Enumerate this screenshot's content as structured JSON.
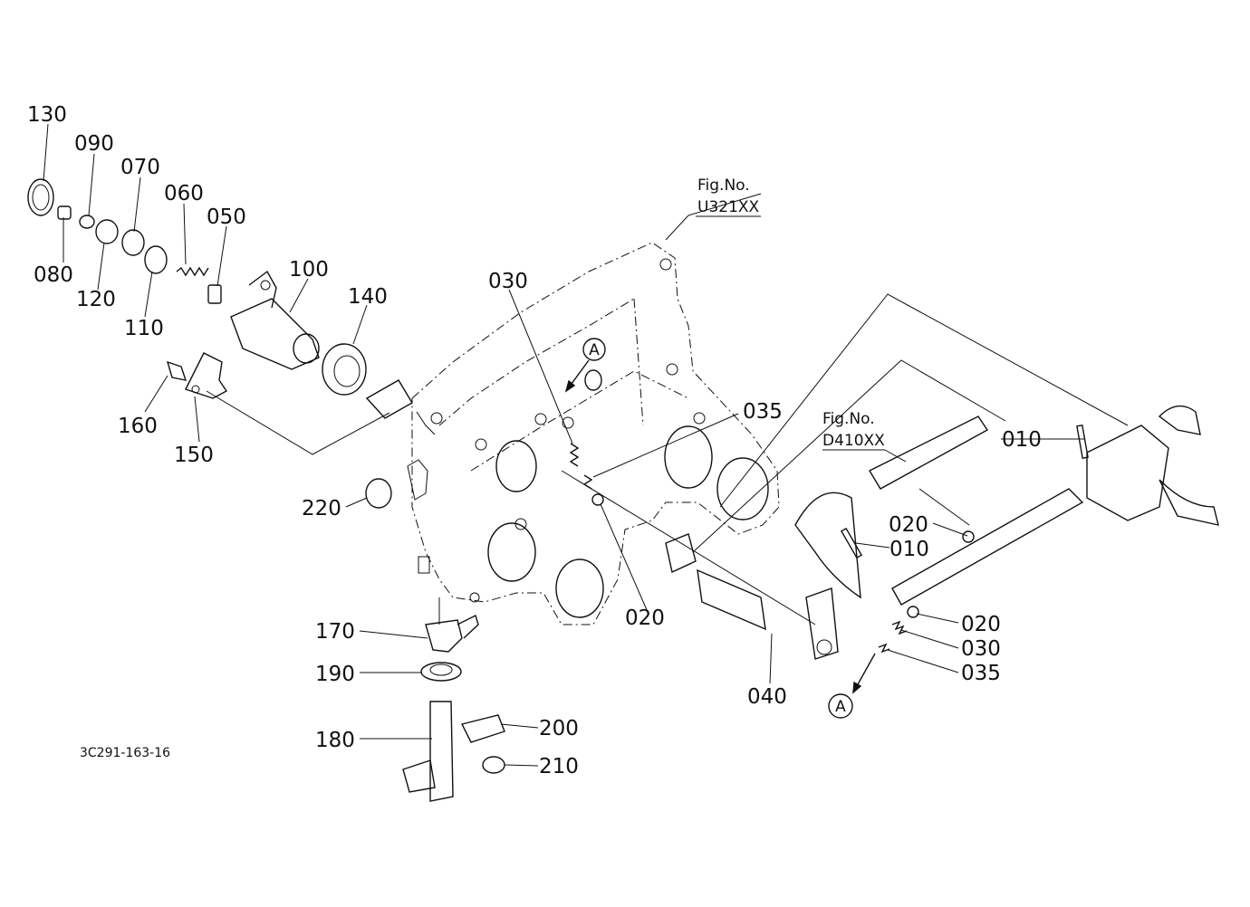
{
  "callouts": [
    {
      "id": "c130",
      "text": "130"
    },
    {
      "id": "c090",
      "text": "090"
    },
    {
      "id": "c070",
      "text": "070"
    },
    {
      "id": "c060",
      "text": "060"
    },
    {
      "id": "c050",
      "text": "050"
    },
    {
      "id": "c080",
      "text": "080"
    },
    {
      "id": "c120",
      "text": "120"
    },
    {
      "id": "c110",
      "text": "110"
    },
    {
      "id": "c100",
      "text": "100"
    },
    {
      "id": "c140",
      "text": "140"
    },
    {
      "id": "c160",
      "text": "160"
    },
    {
      "id": "c150",
      "text": "150"
    },
    {
      "id": "c030a",
      "text": "030"
    },
    {
      "id": "c035a",
      "text": "035"
    },
    {
      "id": "c220",
      "text": "220"
    },
    {
      "id": "c020a",
      "text": "020"
    },
    {
      "id": "c170",
      "text": "170"
    },
    {
      "id": "c190",
      "text": "190"
    },
    {
      "id": "c180",
      "text": "180"
    },
    {
      "id": "c200",
      "text": "200"
    },
    {
      "id": "c210",
      "text": "210"
    },
    {
      "id": "c040",
      "text": "040"
    },
    {
      "id": "c010a",
      "text": "010"
    },
    {
      "id": "c010b",
      "text": "010"
    },
    {
      "id": "c020b",
      "text": "020"
    },
    {
      "id": "c020c",
      "text": "020"
    },
    {
      "id": "c030b",
      "text": "030"
    },
    {
      "id": "c035b",
      "text": "035"
    }
  ],
  "references": [
    {
      "id": "ref1",
      "line1": "Fig.No.",
      "line2": "U321XX"
    },
    {
      "id": "ref2",
      "line1": "Fig.No.",
      "line2": "D410XX"
    }
  ],
  "markers": [
    {
      "id": "markerA1",
      "text": "A"
    },
    {
      "id": "markerA2",
      "text": "A"
    }
  ],
  "drawing_code": "3C291-163-16"
}
